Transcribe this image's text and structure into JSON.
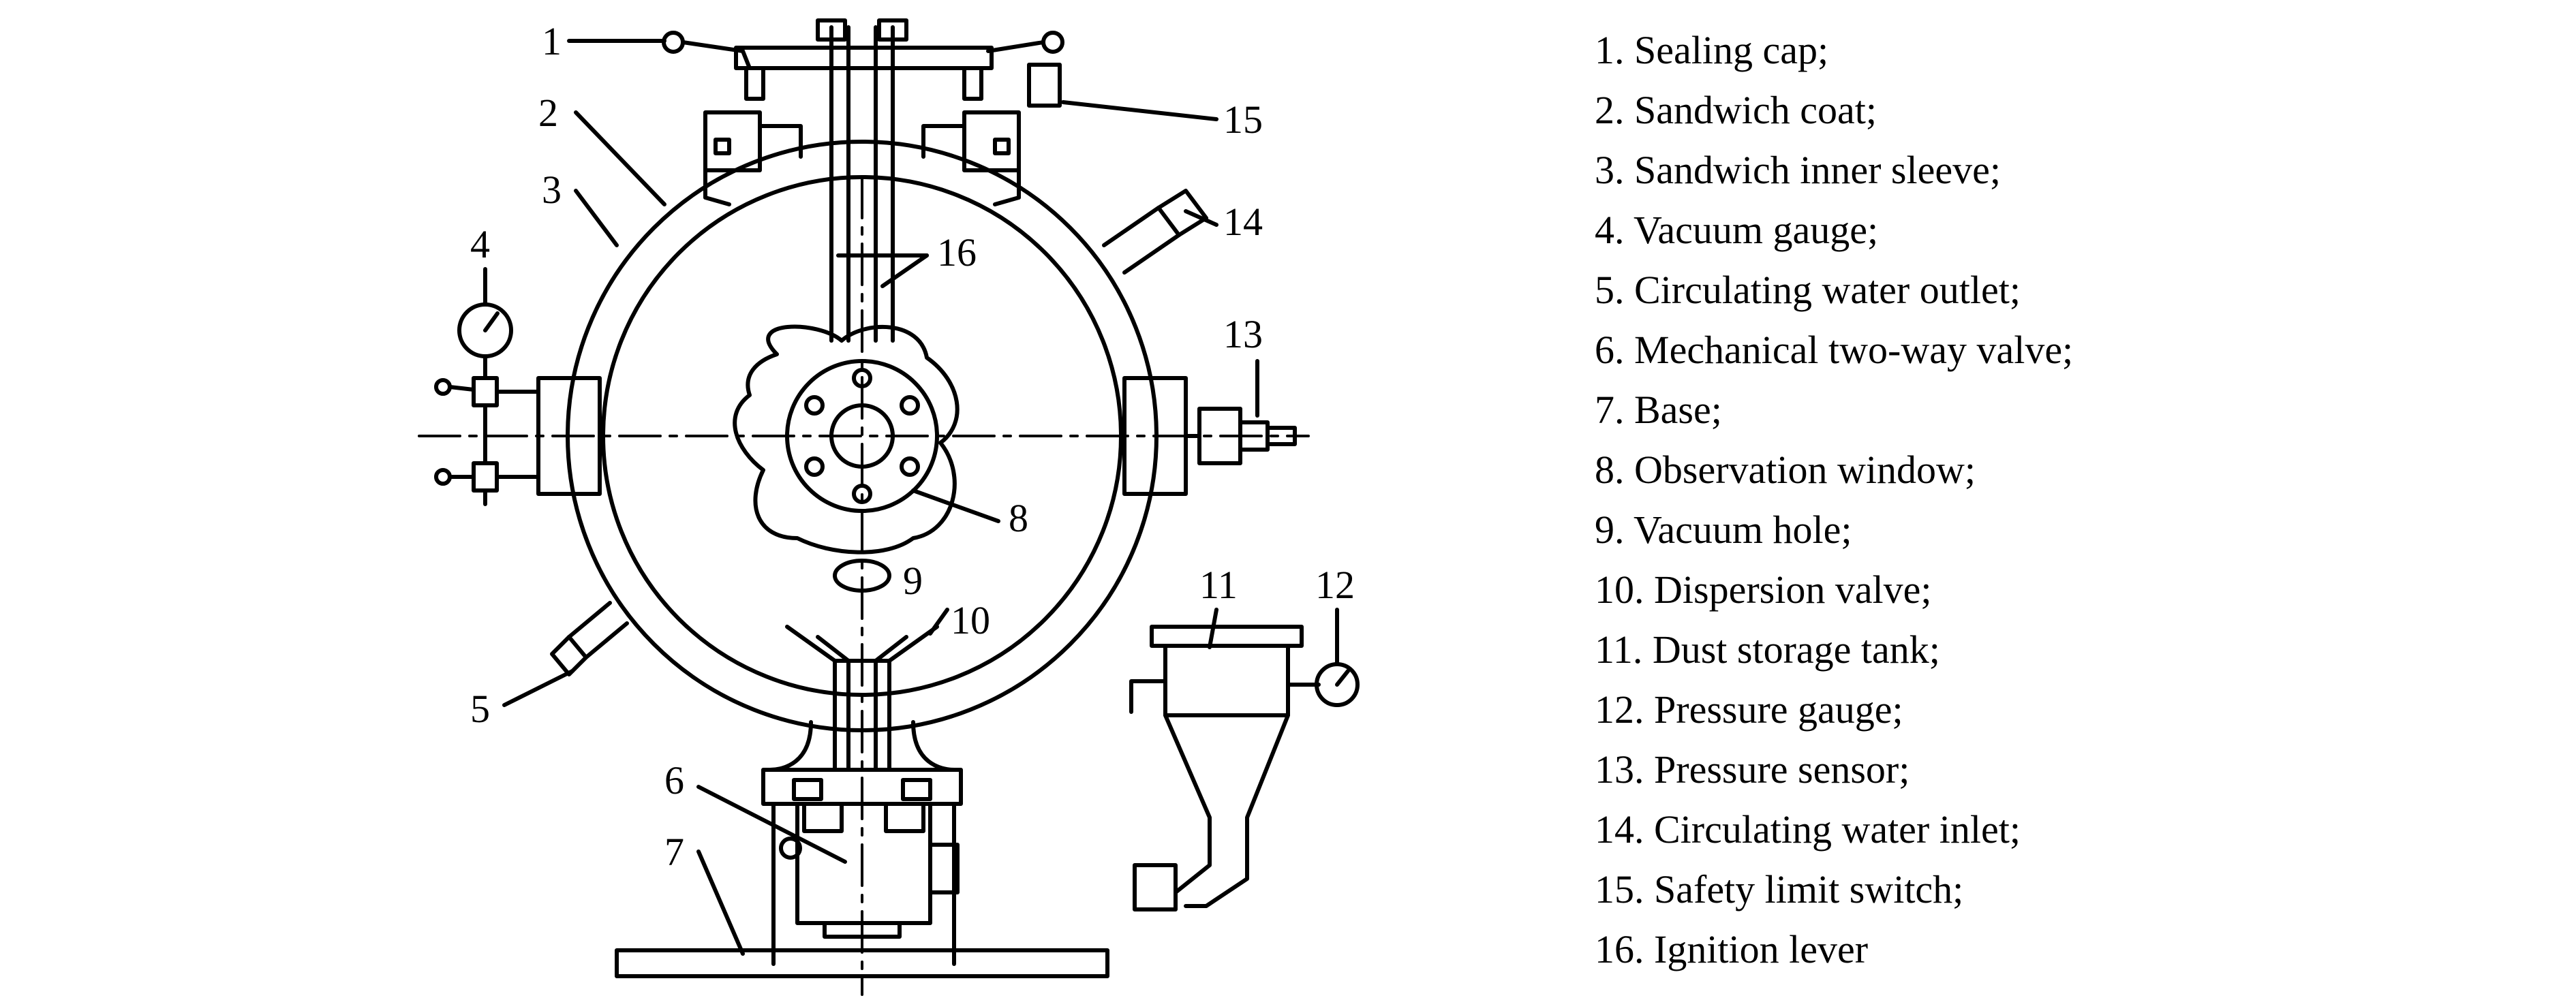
{
  "figure": {
    "callouts": [
      "1",
      "2",
      "3",
      "4",
      "5",
      "6",
      "7",
      "8",
      "9",
      "10",
      "11",
      "12",
      "13",
      "14",
      "15",
      "16"
    ]
  },
  "legend": {
    "items": [
      "1. Sealing cap;",
      "2. Sandwich coat;",
      "3. Sandwich inner sleeve;",
      "4. Vacuum gauge;",
      "5. Circulating water outlet;",
      "6. Mechanical two-way valve;",
      "7. Base;",
      "8. Observation window;",
      "9. Vacuum hole;",
      "10. Dispersion valve;",
      "11. Dust storage tank;",
      "12. Pressure gauge;",
      "13. Pressure sensor;",
      "14. Circulating water inlet;",
      "15. Safety limit switch;",
      "16. Ignition lever"
    ]
  }
}
